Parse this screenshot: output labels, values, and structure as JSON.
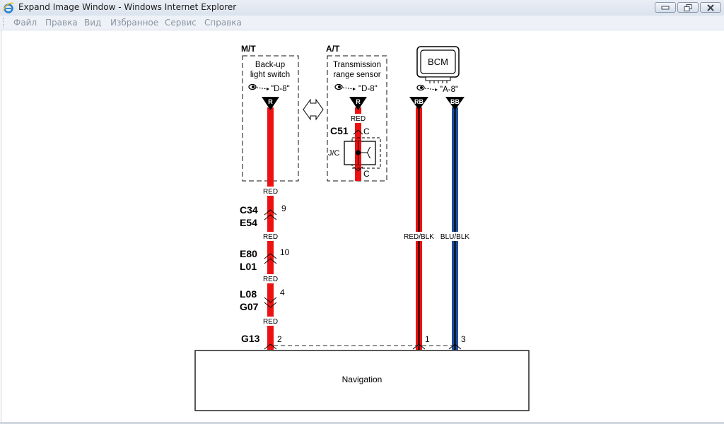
{
  "window": {
    "title": "Expand Image Window - Windows Internet Explorer",
    "icon": "internet-explorer-icon",
    "controls": [
      "minimize-icon",
      "restore-icon",
      "close-icon"
    ]
  },
  "menu": {
    "items": [
      {
        "label": "Файл"
      },
      {
        "label": "Правка"
      },
      {
        "label": "Вид"
      },
      {
        "label": "Избранное"
      },
      {
        "label": "Сервис"
      },
      {
        "label": "Справка"
      }
    ]
  },
  "diagram": {
    "colors": {
      "red_wire": "#ee1111",
      "blue_wire": "#1e4f9a",
      "black": "#000000",
      "dash": "#555555"
    },
    "mt_block": {
      "header": "M/T",
      "component_line1": "Back-up",
      "component_line2": "light switch",
      "ref": "\"D-8\"",
      "terminal": "R"
    },
    "at_block": {
      "header": "A/T",
      "component_line1": "Transmission",
      "component_line2": "range sensor",
      "ref": "\"D-8\"",
      "terminal": "R",
      "wire_color": "RED",
      "connector": "C51",
      "pin_top": "C",
      "pin_bottom": "C",
      "junction_label": "J/C"
    },
    "bcm": {
      "label": "BCM",
      "ref": "\"A-8\"",
      "terminal_left": "RB",
      "terminal_right": "BB",
      "wire_left_color": "RED/BLK",
      "wire_right_color": "BLU/BLK"
    },
    "main_wire": {
      "labels": [
        "RED",
        "RED",
        "RED",
        "RED"
      ],
      "connectors": [
        {
          "top": "C34",
          "bottom": "E54",
          "pin": "9"
        },
        {
          "top": "E80",
          "bottom": "L01",
          "pin": "10"
        },
        {
          "top": "L08",
          "bottom": "G07",
          "pin": "4"
        }
      ]
    },
    "navigation": {
      "label": "Navigation",
      "connector": "G13",
      "pins": [
        "2",
        "1",
        "3"
      ]
    }
  }
}
